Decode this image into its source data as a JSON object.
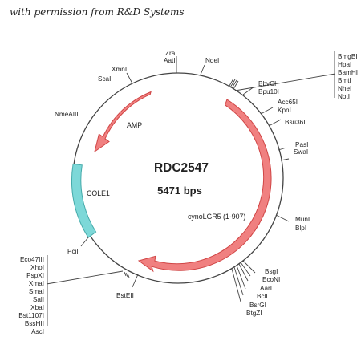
{
  "credit": "with permission from R&D Systems",
  "plasmid": {
    "name": "RDC2547",
    "size_label": "5471 bps"
  },
  "features": {
    "amp": "AMP",
    "cole1": "COLE1",
    "insert": "cynoLGR5 (1-907)"
  },
  "colors": {
    "backbone": "#444444",
    "arrow_fill": "#f08080",
    "arrow_stroke": "#d04545",
    "origin_fill": "#7dd8d8",
    "origin_stroke": "#45aaaa"
  },
  "sites": {
    "zrai": "ZraI",
    "aatii": "AatII",
    "ndei": "NdeI",
    "xmni": "XmnI",
    "scai": "ScaI",
    "nmeaiii": "NmeAIII",
    "bbvci": "BbvCI",
    "bpu10i": "Bpu10I",
    "acc65i": "Acc65I",
    "kpni": "KpnI",
    "bsu36i": "Bsu36I",
    "pasi": "PasI",
    "swai": "SwaI",
    "muni": "MunI",
    "blpi": "BlpI",
    "bsgi": "BsgI",
    "econi": "EcoNI",
    "aari": "AarI",
    "bcli": "BclI",
    "bsrgi": "BsrGI",
    "btgzi": "BtgZI",
    "pcii": "PciI",
    "bsteii": "BstEII",
    "top_right_group": [
      "BmgBI",
      "HpaI",
      "BamHI",
      "BmtI",
      "NheI",
      "NotI"
    ],
    "left_group": [
      "Eco47III",
      "XhoI",
      "PspXI",
      "XmaI",
      "SmaI",
      "SalI",
      "XbaI",
      "Bst1107I",
      "BssHII",
      "AscI"
    ]
  }
}
